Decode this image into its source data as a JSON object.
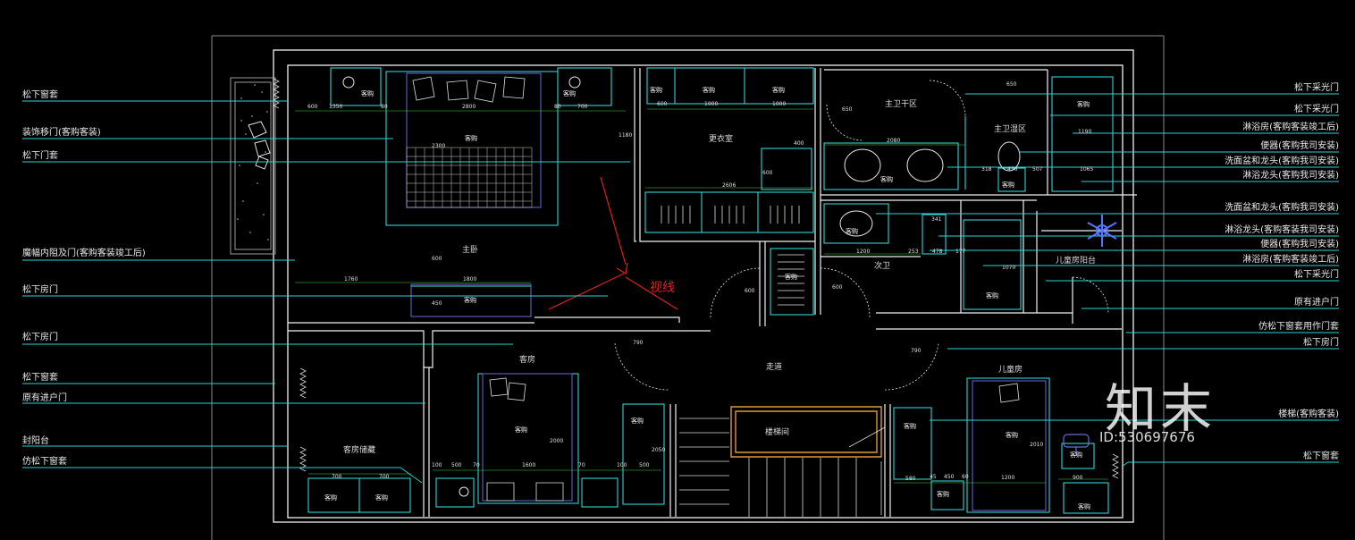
{
  "left_labels": [
    "松下窗套",
    "装饰移门(客购客装)",
    "松下门套",
    "魔幅内阻及门(客购客装竣工后)",
    "松下房门",
    "松下房门",
    "松下窗套",
    "原有进户门",
    "封阳台",
    "仿松下窗套"
  ],
  "right_labels": [
    "松下采光门",
    "松下采光门",
    "淋浴房(客购客装竣工后)",
    "便器(客购我司安装)",
    "洗面盆和龙头(客购我司安装)",
    "淋浴龙头(客购我司安装)",
    "洗面盆和龙头(客购我司安装)",
    "淋浴龙头(客购客装我司安装)",
    "便器(客购我司安装)",
    "淋浴房(客购客装竣工后)",
    "松下采光门",
    "原有进户门",
    "仿松下窗套用作门套",
    "松下房门",
    "楼梯(客购客装)",
    "松下窗套"
  ],
  "rooms": {
    "master": "主卧",
    "closet": "更衣室",
    "master_dry": "主卫干区",
    "master_wet": "主卫湿区",
    "second_bath": "次卫",
    "kids_balcony": "儿童房阳台",
    "guest": "客房",
    "corridor": "走道",
    "kids": "儿童房",
    "guest_storage": "客房储藏",
    "stair": "楼梯间"
  },
  "furniture_tag": "客购",
  "sight_line": "视线",
  "dimensions": {
    "master_top": [
      "600",
      "1350",
      "80",
      "2800",
      "80",
      "700"
    ],
    "closet_top": [
      "600",
      "1000",
      "1000"
    ],
    "closet_side": "1180",
    "closet_bottom": "2606",
    "closet_400": "400",
    "closet_side2": "600",
    "master_dry_650a": "650",
    "master_dry_650b": "650",
    "master_dry_2080": "2080",
    "master_wet_row": [
      "318",
      "476",
      "507",
      "1065"
    ],
    "master_wet_side": "1190",
    "master_bed_vert": "2300",
    "master_mid": "600",
    "master_1760": "1760",
    "master_1800": "1800",
    "master_450": "450",
    "second_bath_1200": "1200",
    "second_bath_row": [
      "253",
      "478",
      "177"
    ],
    "second_bath_side": "341",
    "second_bath_1070": "1070",
    "corr_790a": "790",
    "corr_790b": "790",
    "door_600a": "600",
    "door_600b": "600",
    "guest_700a": "700",
    "guest_700b": "700",
    "guest_bottom": [
      "100",
      "500",
      "70",
      "1600",
      "70",
      "100",
      "500"
    ],
    "guest_2000": "2000",
    "guest_2050": "2050",
    "kids_row": [
      "580",
      "45",
      "450",
      "60",
      "1200"
    ],
    "kids_900": "900",
    "kids_2010": "2010"
  },
  "watermark": {
    "brand": "知末",
    "id": "ID:530697676"
  },
  "colors": {
    "background": "#000000",
    "leader_cyan": "#2ad4d4",
    "wall_white": "#f0f0f0",
    "furniture_cyan": "#37e6e6",
    "bed_blue": "#6a6ad8",
    "stair_orange": "#d89a3a",
    "dim_green": "#49d049",
    "sight_red": "#e02020",
    "snow_blue": "#5577ff"
  }
}
